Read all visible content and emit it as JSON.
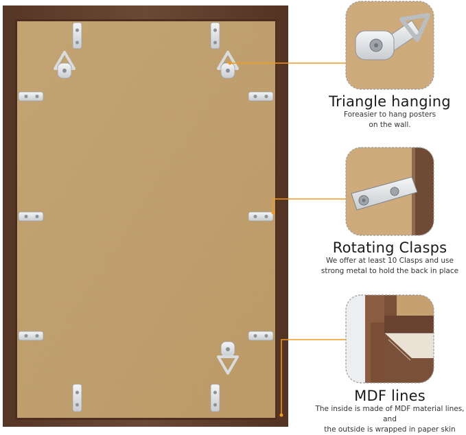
{
  "colors": {
    "frame": "#6b4531",
    "backboard": "#c6a574",
    "clasp_metal": "#e6e8ea",
    "callout_line": "#f29a1f",
    "title_text": "#1a1a1a",
    "body_text": "#333333"
  },
  "features": [
    {
      "title": "Triangle hanging",
      "description": "Foreasier to hang posters\non the wall.",
      "thumbnail": "triangle-hanger-closeup"
    },
    {
      "title": "Rotating Clasps",
      "description": "We offer at least 10 Clasps and use\nstrong metal to hold the back in place",
      "thumbnail": "rotating-clasp-closeup"
    },
    {
      "title": "MDF lines",
      "description": "The inside is made of MDF material lines, and\nthe outside is wrapped in paper skin",
      "thumbnail": "mdf-corner-closeup"
    }
  ]
}
